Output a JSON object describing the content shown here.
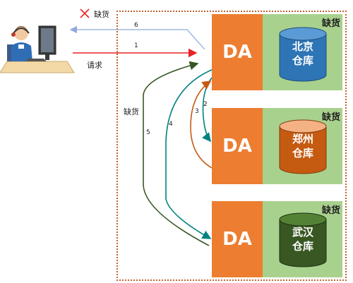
{
  "customer": {
    "request_label": "请求",
    "out_of_stock_reply_label": "缺货",
    "icon": "customer-service-agent-icon"
  },
  "side_label": "缺货",
  "warehouses": [
    {
      "da_label": "DA",
      "name_line1": "北京",
      "name_line2": "仓库",
      "status": "缺货",
      "color": "#2e75b6"
    },
    {
      "da_label": "DA",
      "name_line1": "郑州",
      "name_line2": "仓库",
      "status": "缺货",
      "color": "#c55a11"
    },
    {
      "da_label": "DA",
      "name_line1": "武汉",
      "name_line2": "仓库",
      "status": "缺货",
      "color": "#385723"
    }
  ],
  "arrows": {
    "n1": "1",
    "n2": "2",
    "n3": "3",
    "n4": "4",
    "n5": "5",
    "n6": "6"
  },
  "colors": {
    "request": "#e8242a",
    "reply": "#8faadc",
    "arrow2": "#00827f",
    "arrow3": "#c55a11",
    "arrow4": "#00827f",
    "arrow5": "#385723",
    "frame": "#c0622f"
  }
}
